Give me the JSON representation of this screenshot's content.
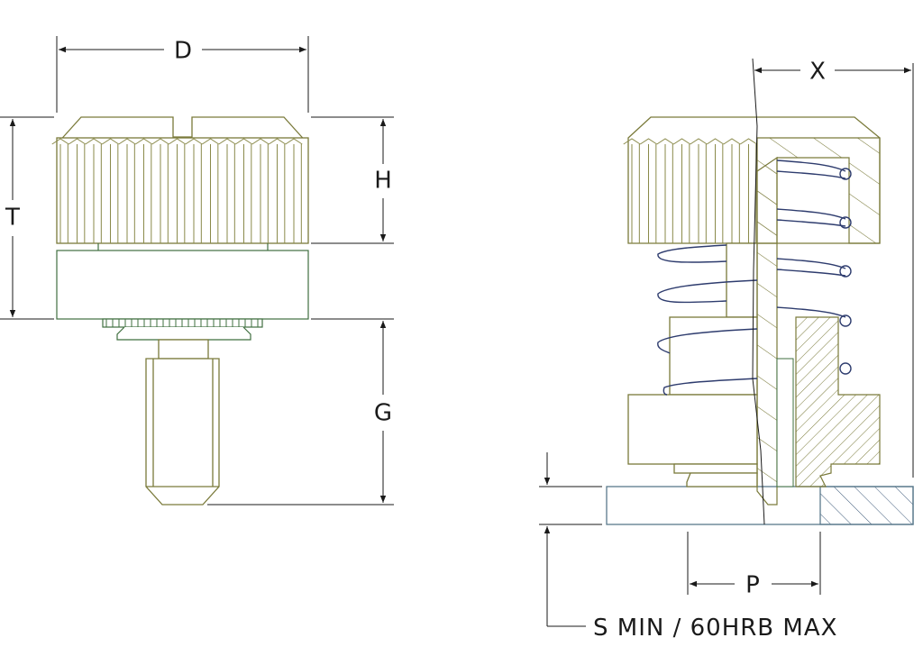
{
  "dimensions": {
    "d": "D",
    "t": "T",
    "h": "H",
    "g": "G",
    "x": "X",
    "p": "P"
  },
  "note": "S MIN / 60HRB MAX",
  "colors": {
    "part_outline": "#7a7a3a",
    "body_outline": "#3f6f3f",
    "spring": "#2e3c6e",
    "panel": "#5a7a8c",
    "dimension": "#1a1a1a"
  }
}
